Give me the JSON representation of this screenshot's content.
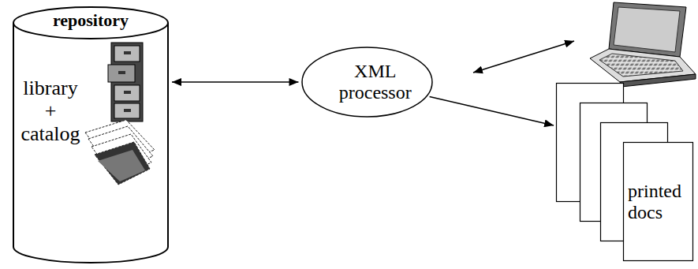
{
  "diagram": {
    "nodes": [
      {
        "text": [
          "repository",
          "library + catalog"
        ]
      },
      {
        "text": [
          "XML processor"
        ]
      },
      {
        "text": [
          "printed docs"
        ]
      }
    ],
    "edges": [
      {
        "from": 0,
        "to": 1,
        "arrow": "both"
      },
      {
        "from": 1,
        "to": 2,
        "arrow": "to"
      }
    ]
  }
}
